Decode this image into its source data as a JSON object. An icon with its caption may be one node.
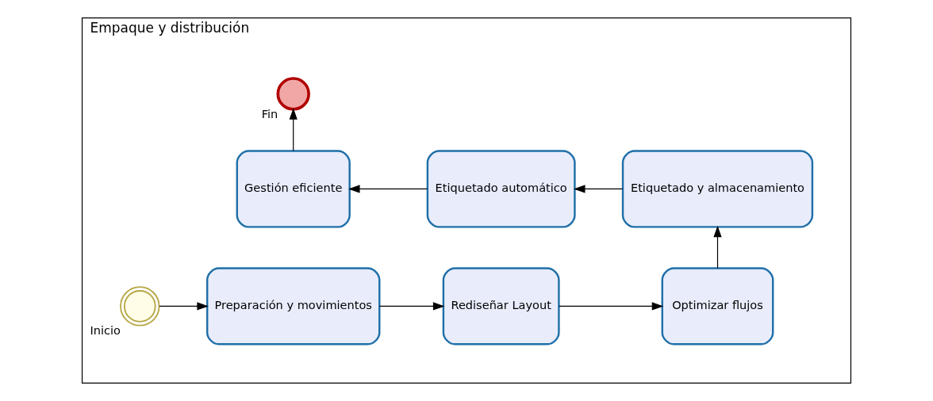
{
  "diagram": {
    "nodes": [
      {
        "text": [
          "Empaque y distribución"
        ]
      },
      {
        "text": [],
        "shape": "circle",
        "beside": [
          "Inicio"
        ],
        "in": 0
      },
      {
        "text": [
          "Preparación y movimientos"
        ],
        "in": 0
      },
      {
        "text": [
          "Rediseñar Layout"
        ],
        "in": 0
      },
      {
        "text": [
          "Optimizar flujos"
        ],
        "in": 0
      },
      {
        "text": [
          "Etiquetado y almacenamiento"
        ],
        "in": 0
      },
      {
        "text": [
          "Etiquetado automático"
        ],
        "in": 0
      },
      {
        "text": [
          "Gestión eficiente"
        ],
        "in": 0
      },
      {
        "text": [],
        "shape": "circle",
        "beside": [
          "Fin"
        ],
        "in": 0
      }
    ],
    "edges": [
      {
        "from": 1,
        "to": 2,
        "arrow": "to"
      },
      {
        "from": 2,
        "to": 3,
        "arrow": "to"
      },
      {
        "from": 3,
        "to": 4,
        "arrow": "to"
      },
      {
        "from": 4,
        "to": 5,
        "arrow": "to"
      },
      {
        "from": 5,
        "to": 6,
        "arrow": "to"
      },
      {
        "from": 6,
        "to": 7,
        "arrow": "to"
      },
      {
        "from": 7,
        "to": 8,
        "arrow": "to"
      }
    ]
  }
}
